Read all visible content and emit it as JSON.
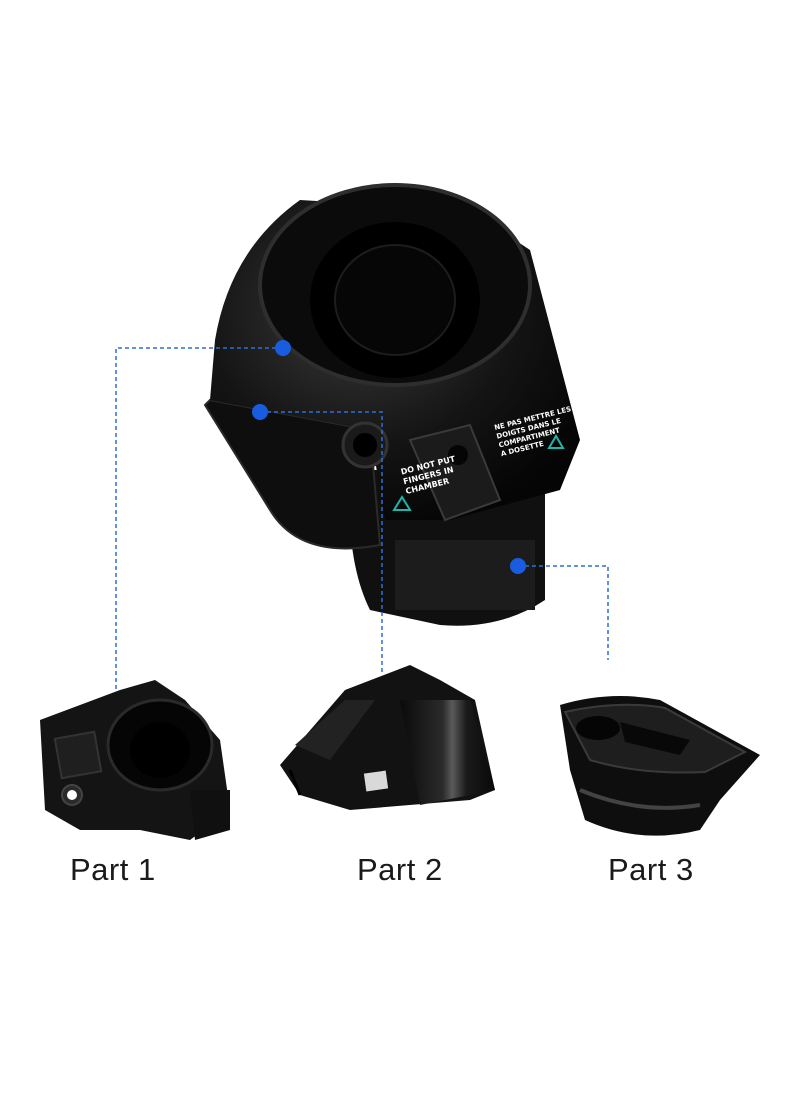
{
  "assembly": {
    "warning_en": [
      "DO NOT PUT",
      "FINGERS IN",
      "CHAMBER"
    ],
    "warning_fr": [
      "NE PAS METTRE LES",
      "DOIGTS DANS LE",
      "COMPARTIMENT",
      "A DOSETTE"
    ]
  },
  "parts": [
    {
      "label": "Part 1"
    },
    {
      "label": "Part 2"
    },
    {
      "label": "Part 3"
    }
  ],
  "colors": {
    "callout": "#2b6fd6",
    "dot": "#1a5ce0",
    "plastic": "#141414",
    "warning_teal": "#1fb5a8"
  }
}
